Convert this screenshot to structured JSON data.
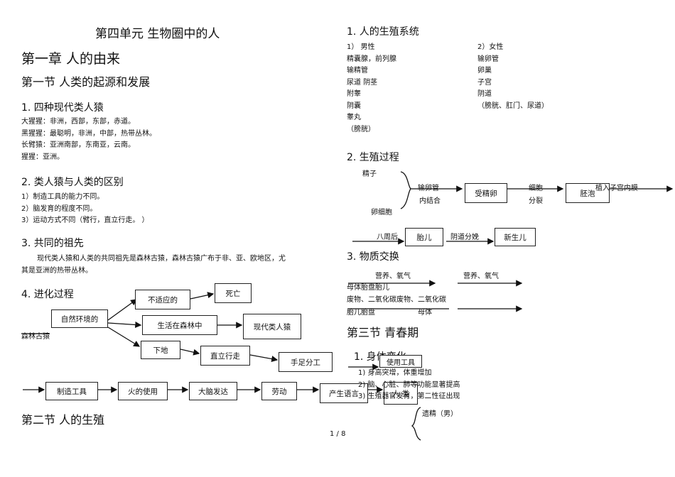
{
  "left": {
    "unit_title": "第四单元      生物圈中的人",
    "chapter1": "第一章   人的由来",
    "section1": "第一节   人类的起源和发展",
    "apes_heading": "1.  四种现代类人猿",
    "apes": [
      "大猩猩：非洲，西部，东部，赤道。",
      "黑猩猩：最聪明，非洲，中部，热带丛林。",
      "长臂猿：亚洲南部，东南亚，云南。",
      "猩猩：亚洲。"
    ],
    "diff_heading": "2.  类人猿与人类的区别",
    "diffs": [
      "1）制造工具的能力不同。",
      "2）脑发育的程度不同。",
      "3）运动方式不同（臂行，直立行走。     ）"
    ],
    "ancestor_heading": "3.  共同的祖先",
    "ancestor_text_1": "现代类人猿和人类的共同祖先是森林古猿，森林古猿广布于非、亚、欧地区，尤",
    "ancestor_text_2": "其是亚洲的热带丛林。",
    "evolution_heading": "4.  进化过程",
    "evo": {
      "forest_ape": "森林古猿",
      "environment": "自然环境的",
      "unfit": "不适应的",
      "death": "死亡",
      "live_forest": "生活在森林中",
      "modern_ape": "现代类人猿",
      "ground": "下地",
      "upright": "直立行走",
      "hands_feet": "手足分工",
      "make_tools": "制造工具",
      "fire": "火的使用",
      "brain": "大脑发达",
      "labor": "劳动",
      "language": "产生语言",
      "human": "人  类"
    },
    "section2": "第二节   人的生殖"
  },
  "right": {
    "repro_heading": "1.       人的生殖系统",
    "male_title": "1）  男性",
    "male_items": [
      "精囊腺，前列腺",
      "输精管",
      "尿道  阴茎",
      "附睾",
      "阴囊",
      "睾丸",
      "（膀胱）"
    ],
    "female_title": "2）女性",
    "female_items": [
      "输卵管",
      "卵巢",
      "子宫",
      "阴道",
      "（膀胱、肛门、尿道）"
    ],
    "process_heading": "2.  生殖过程",
    "proc": {
      "sperm": "精子",
      "egg": "卵细胞",
      "oviduct": "输卵管",
      "combine": "内结合",
      "zygote": "受精卵",
      "cell": "细胞",
      "divide": "分裂",
      "embryo": "胚泡",
      "implant": "植入子宫内膜",
      "week8": "八周后",
      "fetus": "胎儿",
      "delivery": "阴道分娩",
      "newborn": "新生儿"
    },
    "exchange_heading": "3.       物质交换",
    "exchange": {
      "nutrients1": "营养、氧气",
      "nutrients2": "营养、氧气",
      "mother": "母体胎盘胎儿",
      "waste": "废物、二氧化碳废物、二氧化碳",
      "fetus_row": "胎儿胎盘",
      "mother2": "母体",
      "tool_use": "使用工具"
    },
    "section3": "第三节   青春期",
    "body_heading": "1.       身体变化",
    "changes": [
      "1)   身高突增，体重增加",
      "2)   脑、心脏、肺等功能显著提高",
      "3)   生殖器官发育，第二性征出现"
    ],
    "emission": "遗精（男）"
  },
  "page_number": "1 / 8"
}
